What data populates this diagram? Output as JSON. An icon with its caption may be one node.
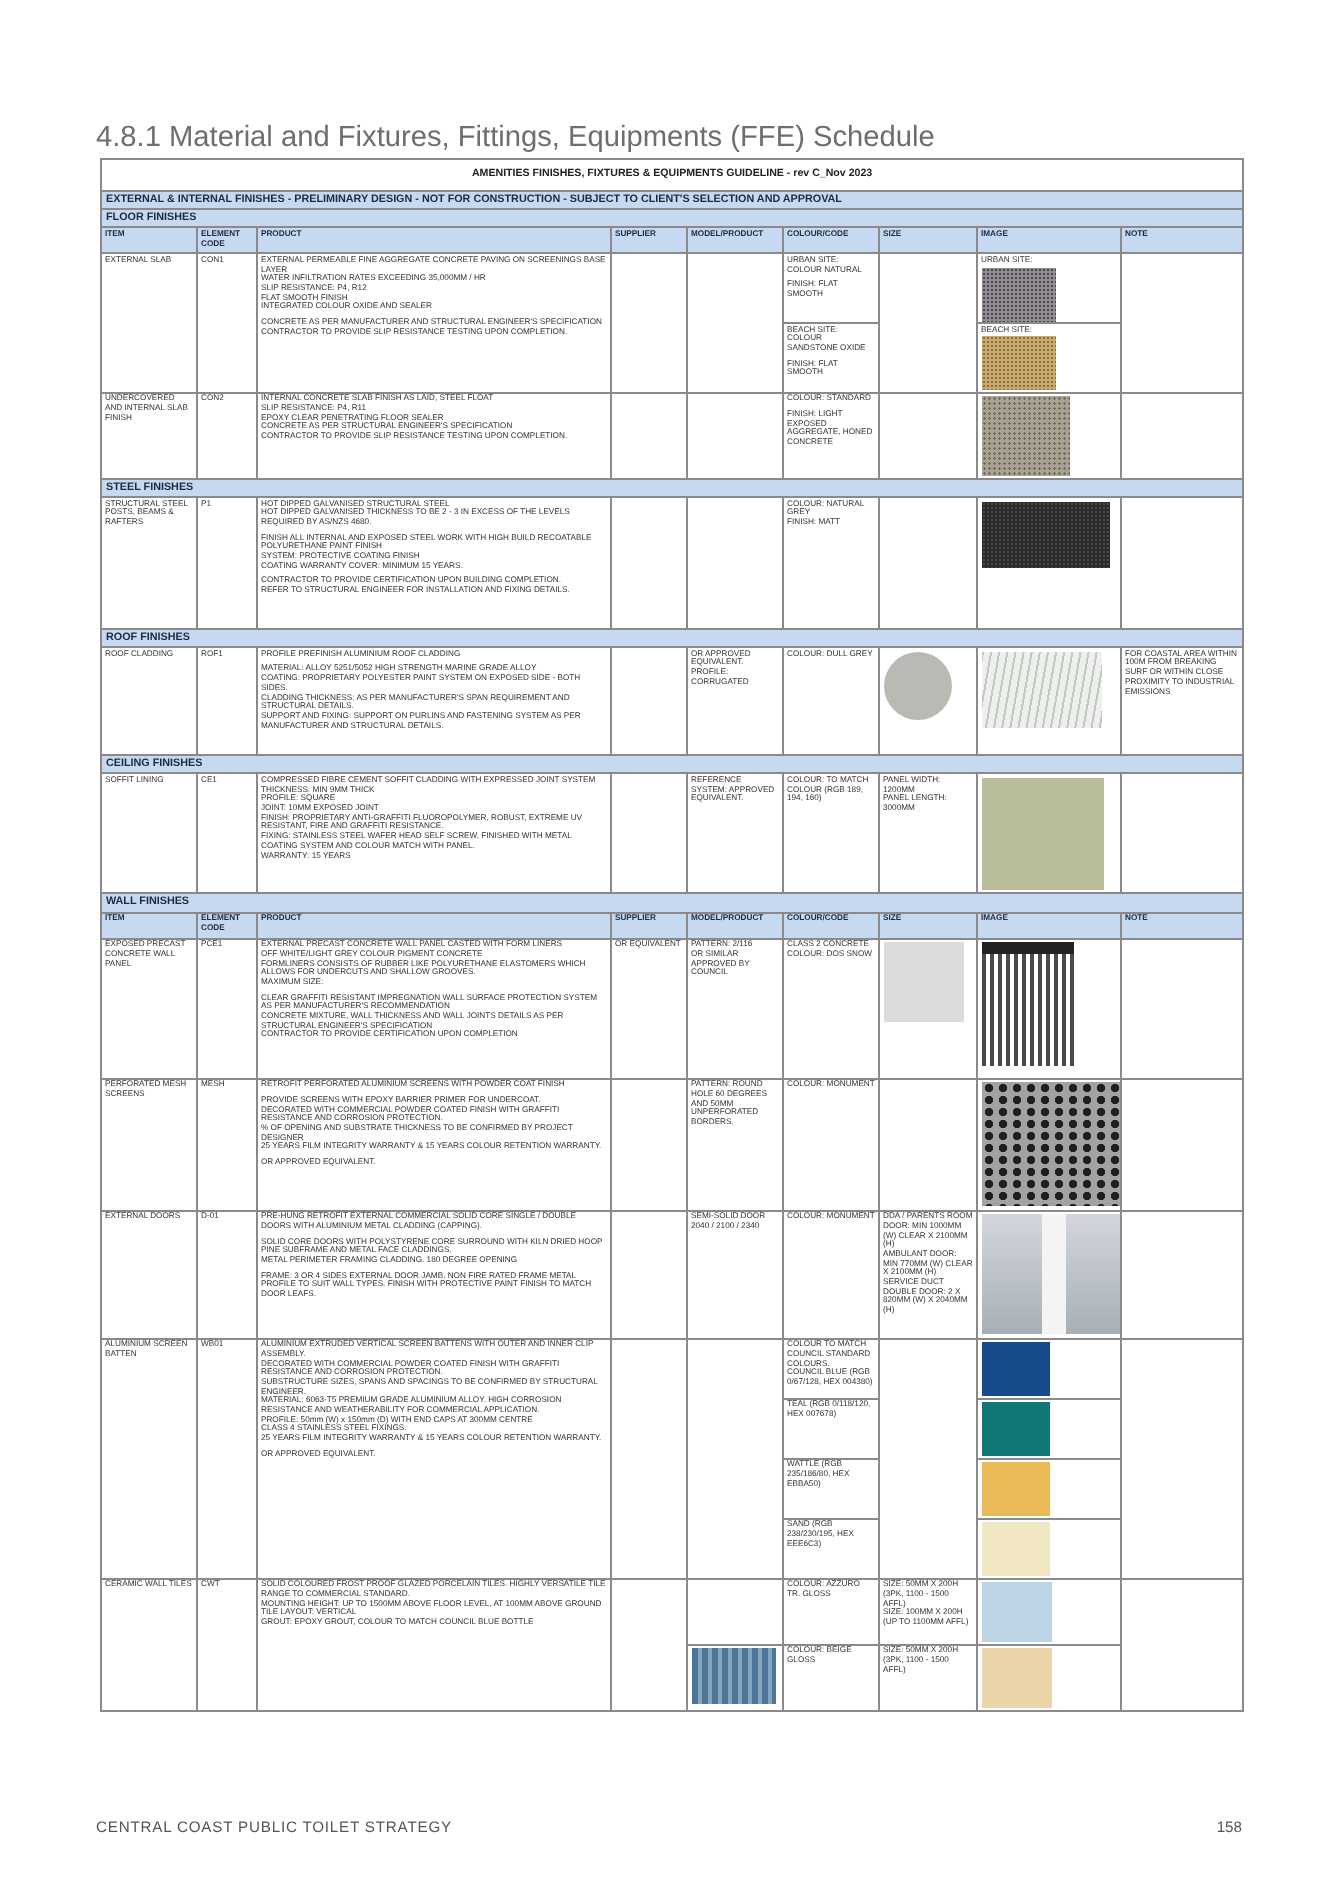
{
  "diagram": {
    "title": "4.8.1 Material and Fixtures, Fittings, Equipments (FFE) Schedule",
    "labels": [
      "AMENITIES FINISHES, FIXTURES & EQUIPMENTS GUIDELINE - rev C_Nov 2023",
      "EXTERNAL & INTERNAL FINISHES - PRELIMINARY DESIGN - NOT FOR CONSTRUCTION - SUBJECT TO CLIENT'S SELECTION AND APPROVAL",
      "FLOOR FINISHES",
      "ITEM",
      "ELEMENT CODE",
      "PRODUCT",
      "SUPPLIER",
      "MODEL/PRODUCT",
      "COLOUR/CODE",
      "SIZE",
      "IMAGE",
      "NOTE",
      "EXTERNAL SLAB",
      "CON1",
      "EXTERNAL PERMEABLE FINE AGGREGATE CONCRETE PAVING ON SCREENINGS BASE LAYER",
      "WATER INFILTRATION RATES EXCEEDING 35,000MM / HR",
      "SLIP RESISTANCE: P4, R12",
      "FLAT SMOOTH FINISH",
      "INTEGRATED COLOUR OXIDE AND SEALER",
      "CONCRETE AS PER MANUFACTURER AND STRUCTURAL ENGINEER'S SPECIFICATION",
      "CONTRACTOR TO PROVIDE SLIP RESISTANCE TESTING UPON COMPLETION.",
      "URBAN SITE: COLOUR NATURAL",
      "FINISH: FLAT SMOOTH",
      "URBAN SITE:",
      "BEACH SITE: COLOUR SANDSTONE OXIDE",
      "FINISH: FLAT SMOOTH",
      "BEACH SITE:",
      "UNDERCOVERED AND INTERNAL SLAB FINISH",
      "CON2",
      "INTERNAL CONCRETE SLAB FINISH AS LAID, STEEL FLOAT",
      "SLIP RESISTANCE: P4, R11",
      "EPOXY CLEAR PENETRATING FLOOR SEALER",
      "CONCRETE AS PER STRUCTURAL ENGINEER'S SPECIFICATION",
      "CONTRACTOR TO PROVIDE SLIP RESISTANCE TESTING UPON COMPLETION.",
      "COLOUR: STANDARD",
      "FINISH: LIGHT EXPOSED AGGREGATE, HONED CONCRETE",
      "STEEL FINISHES",
      "STRUCTURAL STEEL POSTS, BEAMS & RAFTERS",
      "P1",
      "HOT DIPPED GALVANISED STRUCTURAL STEEL",
      "HOT DIPPED GALVANISED THICKNESS TO BE 2 - 3 IN EXCESS OF THE LEVELS REQUIRED BY AS/NZS 4680.",
      "FINISH ALL INTERNAL AND EXPOSED STEEL WORK WITH HIGH BUILD RECOATABLE POLYURETHANE PAINT FINISH",
      "SYSTEM: PROTECTIVE COATING FINISH",
      "COATING WARRANTY COVER: MINIMUM 15 YEARS.",
      "CONTRACTOR TO PROVIDE CERTIFICATION UPON BUILDING COMPLETION.",
      "REFER TO STRUCTURAL ENGINEER FOR INSTALLATION AND FIXING DETAILS.",
      "COLOUR: NATURAL GREY",
      "FINISH: MATT",
      "ROOF FINISHES",
      "ROOF CLADDING",
      "ROF1",
      "PROFILE PREFINISH ALUMINIUM ROOF CLADDING",
      "MATERIAL: ALLOY 5251/5052 HIGH STRENGTH MARINE GRADE ALLOY",
      "COATING: PROPRIETARY POLYESTER PAINT SYSTEM ON EXPOSED SIDE - BOTH SIDES.",
      "CLADDING THICKNESS: AS PER MANUFACTURER'S SPAN REQUIREMENT AND STRUCTURAL DETAILS.",
      "SUPPORT AND FIXING: SUPPORT ON PURLINS AND FASTENING SYSTEM AS PER MANUFACTURER AND STRUCTURAL DETAILS.",
      "OR APPROVED EQUIVALENT.",
      "PROFILE: CORRUGATED",
      "COLOUR: DULL GREY",
      "FOR COASTAL AREA WITHIN 100M FROM BREAKING SURF OR WITHIN CLOSE PROXIMITY TO INDUSTRIAL EMISSIONS",
      "CEILING FINISHES",
      "SOFFIT LINING",
      "CE1",
      "COMPRESSED FIBRE CEMENT SOFFIT CLADDING WITH EXPRESSED JOINT SYSTEM",
      "THICKNESS: MIN 9MM THICK",
      "PROFILE: SQUARE",
      "JOINT: 10MM EXPOSED JOINT",
      "FINISH: PROPRIETARY ANTI-GRAFFITI FLUOROPOLYMER, ROBUST, EXTREME UV RESISTANT, FIRE AND GRAFFITI RESISTANCE.",
      "FIXING: STAINLESS STEEL WAFER HEAD SELF SCREW, FINISHED WITH METAL COATING SYSTEM AND COLOUR MATCH WITH PANEL.",
      "WARRANTY: 15 YEARS",
      "REFERENCE SYSTEM: APPROVED EQUIVALENT.",
      "COLOUR: TO MATCH COLOUR (RGB 189, 194, 160)",
      "PANEL WIDTH: 1200MM",
      "PANEL LENGTH: 3000MM",
      "WALL FINISHES",
      "ITEM",
      "ELEMENT CODE",
      "PRODUCT",
      "SUPPLIER",
      "MODEL/PRODUCT",
      "COLOUR/CODE",
      "SIZE",
      "IMAGE",
      "NOTE",
      "EXPOSED PRECAST CONCRETE WALL PANEL",
      "PCE1",
      "EXTERNAL PRECAST CONCRETE WALL PANEL CASTED WITH FORM LINERS",
      "OFF WHITE/LIGHT GREY COLOUR PIGMENT CONCRETE",
      "FORMLINERS CONSISTS OF RUBBER LIKE POLYURETHANE ELASTOMERS WHICH ALLOWS FOR UNDERCUTS AND SHALLOW GROOVES.",
      "MAXIMUM SIZE:",
      "CLEAR GRAFFITI RESISTANT IMPREGNATION WALL SURFACE PROTECTION SYSTEM AS PER MANUFACTURER'S RECOMMENDATION",
      "CONCRETE MIXTURE, WALL THICKNESS AND WALL JOINTS DETAILS AS PER STRUCTURAL ENGINEER'S SPECIFICATION",
      "CONTRACTOR TO PROVIDE CERTIFICATION UPON COMPLETION",
      "OR EQUIVALENT",
      "PATTERN: 2/116",
      "OR SIMILAR APPROVED BY COUNCIL",
      "CLASS 2 CONCRETE",
      "COLOUR: DOS SNOW",
      "PERFORATED MESH SCREENS",
      "MESH",
      "RETROFIT PERFORATED ALUMINIUM SCREENS WITH POWDER COAT FINISH",
      "PROVIDE SCREENS WITH EPOXY BARRIER PRIMER FOR UNDERCOAT.",
      "DECORATED WITH COMMERCIAL POWDER COATED FINISH WITH GRAFFITI RESISTANCE AND CORROSION PROTECTION.",
      "% OF OPENING AND SUBSTRATE THICKNESS TO BE CONFIRMED BY PROJECT DESIGNER",
      "25 YEARS FILM INTEGRITY WARRANTY & 15 YEARS COLOUR RETENTION WARRANTY.",
      "OR APPROVED EQUIVALENT.",
      "PATTERN: ROUND HOLE 60 DEGREES AND 50MM UNPERFORATED BORDERS.",
      "COLOUR: MONUMENT",
      "EXTERNAL DOORS",
      "D-01",
      "PRE-HUNG RETROFIT EXTERNAL COMMERCIAL SOLID CORE SINGLE / DOUBLE DOORS WITH ALUMINIUM METAL CLADDING (CAPPING).",
      "SOLID CORE DOORS WITH POLYSTYRENE CORE SURROUND WITH KILN DRIED HOOP PINE SUBFRAME AND METAL FACE CLADDINGS.",
      "METAL PERIMETER FRAMING CLADDING. 180 DEGREE OPENING",
      "FRAME: 3 OR 4 SIDES EXTERNAL DOOR JAMB. NON FIRE RATED FRAME METAL PROFILE TO SUIT WALL TYPES. FINISH WITH PROTECTIVE PAINT FINISH TO MATCH DOOR LEAFS.",
      "SEMI-SOLID DOOR 2040 / 2100 / 2340",
      "COLOUR: MONUMENT",
      "DDA / PARENTS ROOM DOOR: MIN 1000MM (W) CLEAR X 2100MM (H)",
      "AMBULANT DOOR: MIN 770MM (W) CLEAR X 2100MM (H)",
      "SERVICE DUCT DOUBLE DOOR: 2 X 820MM (W) X 2040MM (H)",
      "ALUMINIUM SCREEN BATTEN",
      "WB01",
      "ALUMINIUM EXTRUDED VERTICAL SCREEN BATTENS WITH OUTER AND INNER CLIP ASSEMBLY.",
      "DECORATED WITH COMMERCIAL POWDER COATED FINISH WITH GRAFFITI RESISTANCE AND CORROSION PROTECTION.",
      "SUBSTRUCTURE SIZES, SPANS AND SPACINGS TO BE CONFIRMED BY STRUCTURAL ENGINEER.",
      "MATERIAL: 6063-T5 PREMIUM GRADE ALUMINIUM ALLOY. HIGH CORROSION RESISTANCE AND WEATHERABILITY FOR COMMERCIAL APPLICATION.",
      "PROFILE: 50mm (W) x 150mm (D) WITH END CAPS AT 300MM CENTRE",
      "CLASS 4 STAINLESS STEEL FIXINGS.",
      "25 YEARS FILM INTEGRITY WARRANTY & 15 YEARS COLOUR RETENTION WARRANTY.",
      "OR APPROVED EQUIVALENT.",
      "COLOUR TO MATCH COUNCIL STANDARD COLOURS.",
      "COUNCIL BLUE (RGB 0/67/128, HEX 004380)",
      "TEAL (RGB 0/118/120, HEX 007678)",
      "WATTLE (RGB 235/186/80, HEX EBBA50)",
      "SAND (RGB 238/230/195, HEX EEE6C3)",
      "CERAMIC WALL TILES",
      "CWT",
      "SOLID COLOURED FROST PROOF GLAZED PORCELAIN TILES. HIGHLY VERSATILE TILE RANGE TO COMMERCIAL STANDARD.",
      "MOUNTING HEIGHT: UP TO 1500MM ABOVE FLOOR LEVEL, AT 100MM ABOVE GROUND",
      "TILE LAYOUT: VERTICAL",
      "GROUT: EPOXY GROUT, COLOUR TO MATCH COUNCIL BLUE BOTTLE",
      "COLOUR: AZZURO TR. GLOSS",
      "SIZE: 50MM X 200H (3PK, 1100 - 1500 AFFL)",
      "SIZE: 100MM X 200H (UP TO 1100MM AFFL)",
      "COLOUR: BEIGE GLOSS",
      "SIZE: 50MM X 200H (3PK, 1100 - 1500 AFFL)",
      "CENTRAL COAST PUBLIC TOILET STRATEGY",
      "158"
    ]
  }
}
